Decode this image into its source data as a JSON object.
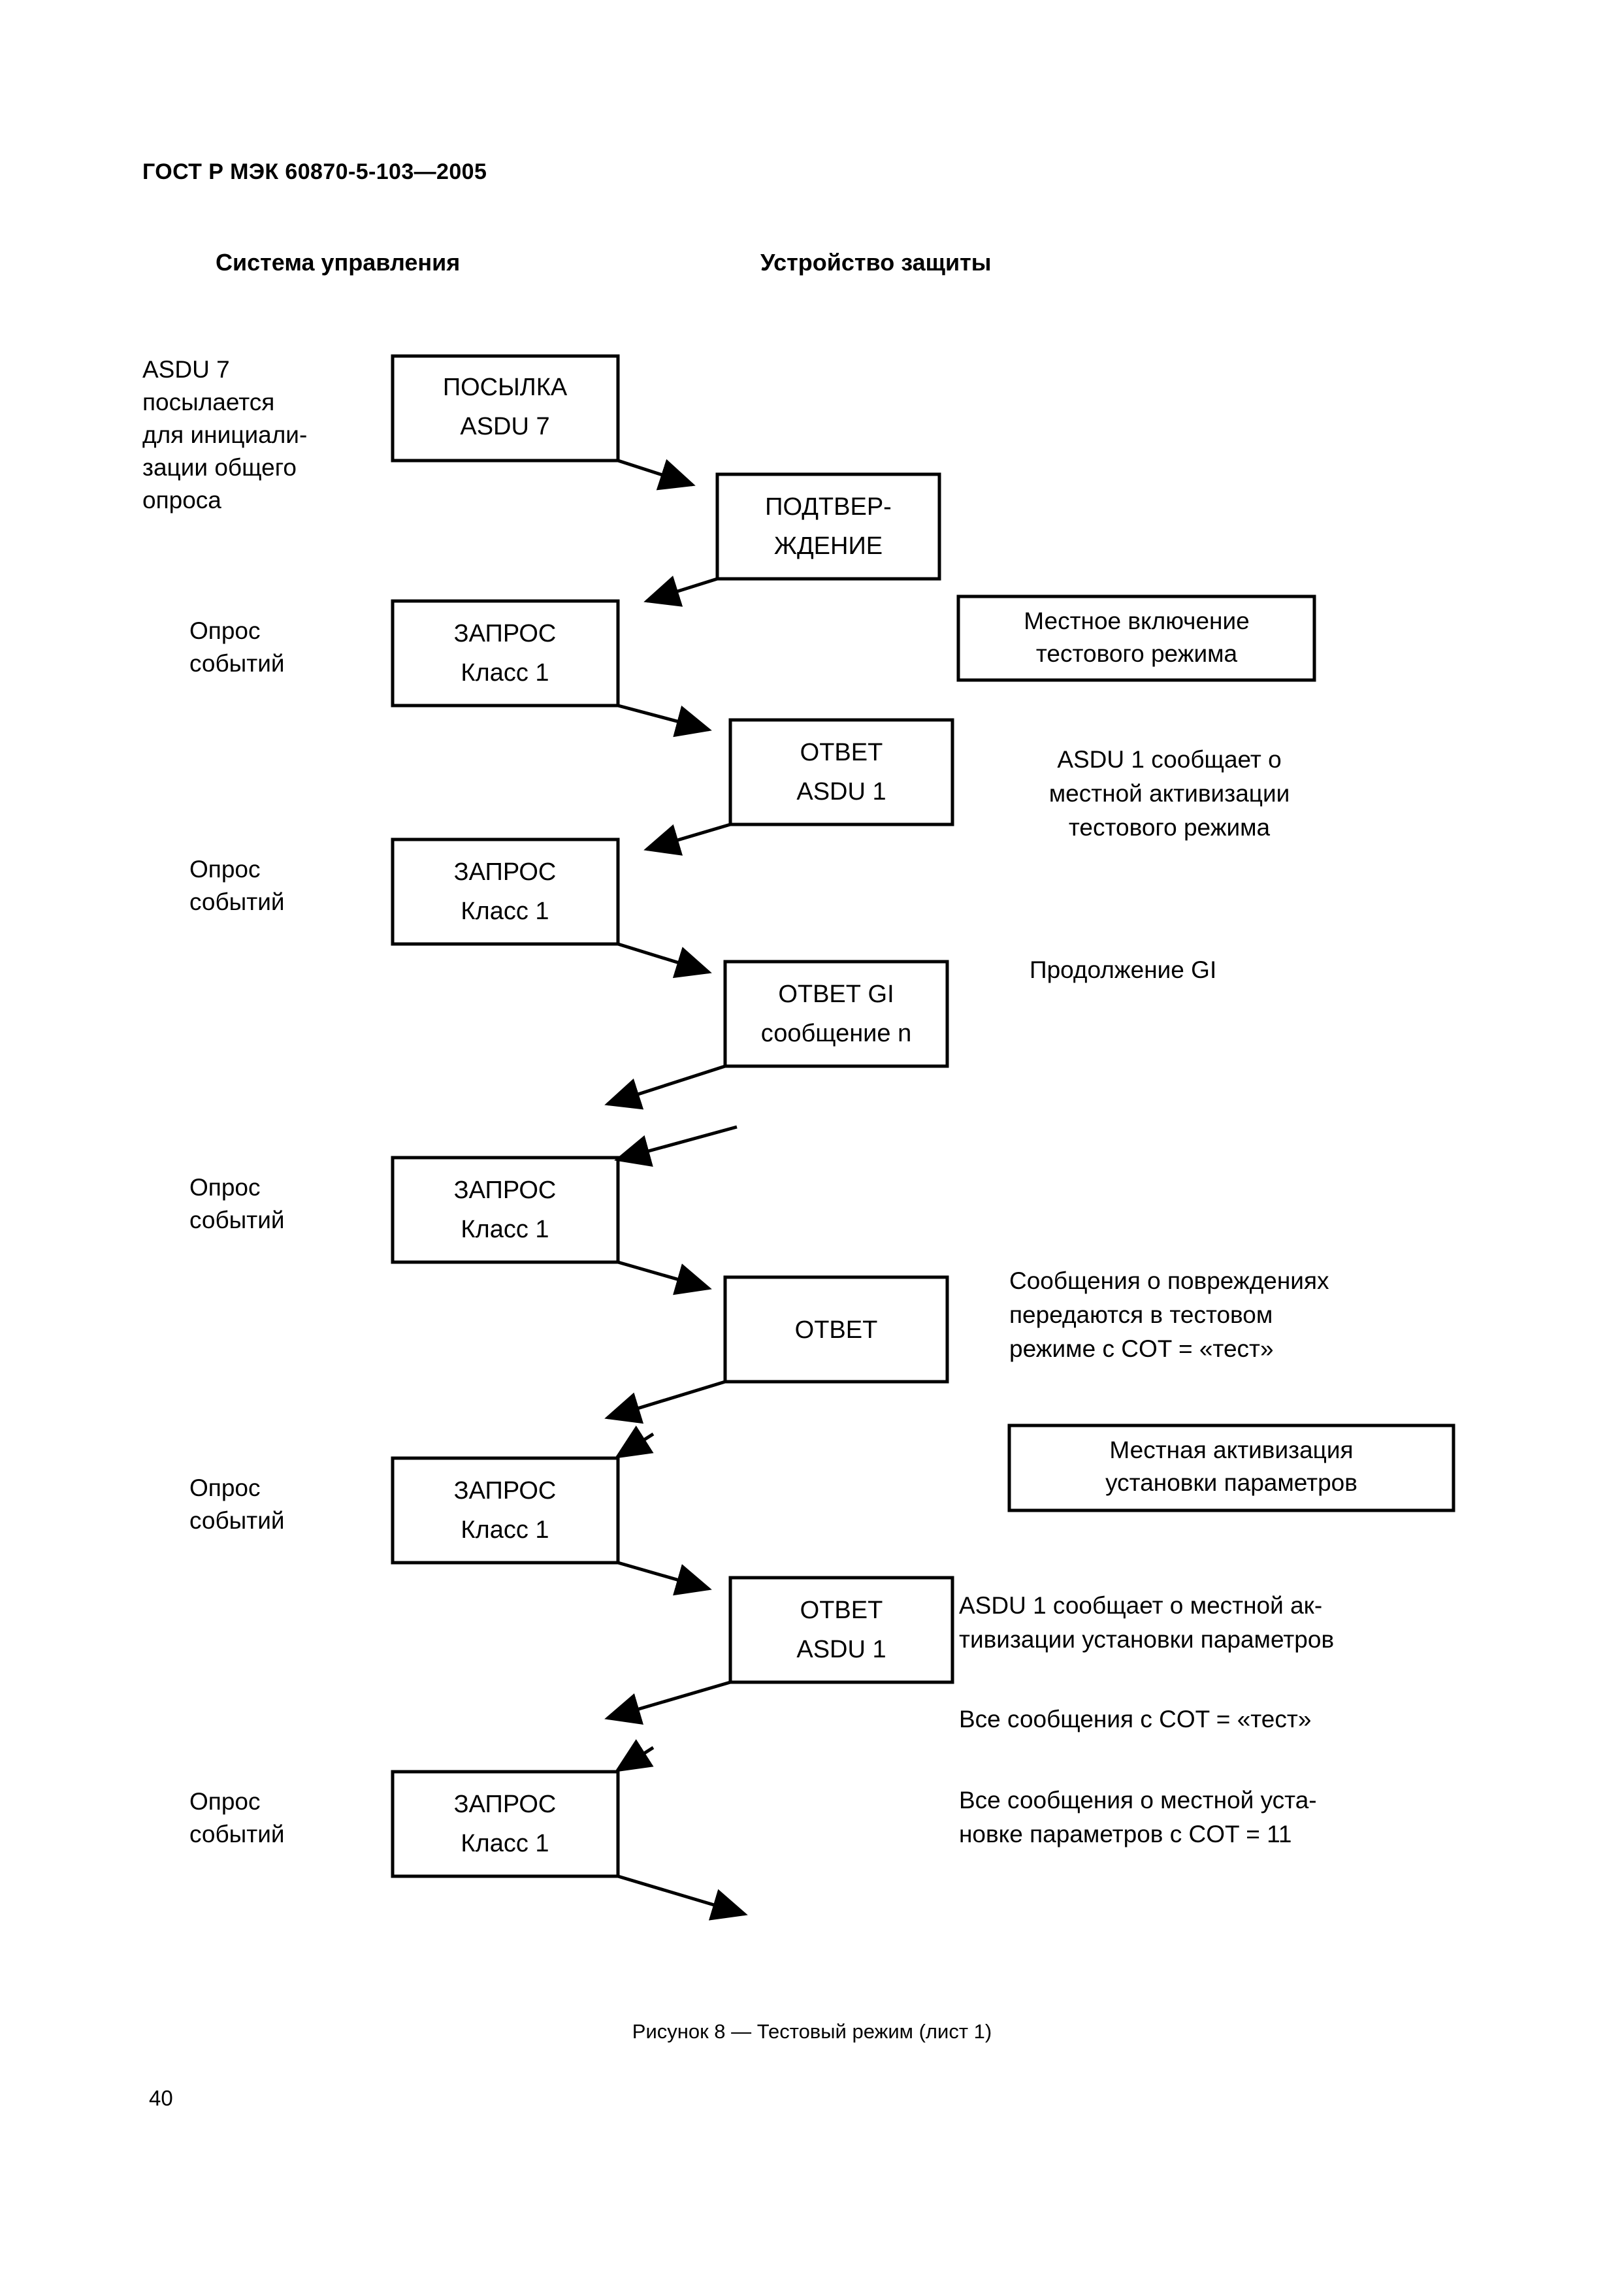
{
  "document": {
    "running_head": "ГОСТ Р МЭК 60870-5-103—2005",
    "page_number": "40",
    "figure_caption": "Рисунок 8 — Тестовый режим (лист 1)"
  },
  "columns": {
    "left_heading": "Система управления",
    "right_heading": "Устройство защиты"
  },
  "side_labels": {
    "intro": [
      "ASDU 7",
      "посылается",
      "для инициали-",
      "зации общего",
      "опроса"
    ],
    "poll_1": [
      "Опрос",
      "событий"
    ],
    "poll_2": [
      "Опрос",
      "событий"
    ],
    "poll_3": [
      "Опрос",
      "событий"
    ],
    "poll_4": [
      "Опрос",
      "событий"
    ],
    "poll_5": [
      "Опрос",
      "событий"
    ]
  },
  "boxes": {
    "send_asdu7": [
      "ПОСЫЛКА",
      "ASDU 7"
    ],
    "confirmation": [
      "ПОДТВЕР-",
      "ЖДЕНИЕ"
    ],
    "request_1": [
      "ЗАПРОС",
      "Класс 1"
    ],
    "answer_asdu1_a": [
      "ОТВЕТ",
      "ASDU 1"
    ],
    "request_2": [
      "ЗАПРОС",
      "Класс 1"
    ],
    "answer_gi": [
      "ОТВЕТ GI",
      "сообщение n"
    ],
    "request_3": [
      "ЗАПРОС",
      "Класс 1"
    ],
    "answer_plain": [
      "ОТВЕТ"
    ],
    "request_4": [
      "ЗАПРОС",
      "Класс 1"
    ],
    "answer_asdu1_b": [
      "ОТВЕТ",
      "ASDU 1"
    ],
    "request_5": [
      "ЗАПРОС",
      "Класс 1"
    ],
    "local_test_enable": [
      "Местное включение",
      "тестового режима"
    ],
    "local_param_activation": [
      "Местная активизация",
      "установки параметров"
    ]
  },
  "notes": {
    "asdu1_test_mode": [
      "ASDU 1 сообщает о",
      "местной активизации",
      "тестового режима"
    ],
    "gi_continuation": [
      "Продолжение GI"
    ],
    "fault_messages": [
      "Сообщения о повреждениях",
      "передаются в тестовом",
      "режиме с COT = «тест»"
    ],
    "asdu1_param_activation": [
      "ASDU 1 сообщает о местной ак-",
      "тивизации установки параметров"
    ],
    "all_messages_cot_test": [
      "Все сообщения с COT = «тест»"
    ],
    "all_messages_cot_11": [
      "Все сообщения о местной уста-",
      "новке параметров с COT = 11"
    ]
  },
  "colors": {
    "ink": "#000000",
    "paper": "#ffffff"
  }
}
